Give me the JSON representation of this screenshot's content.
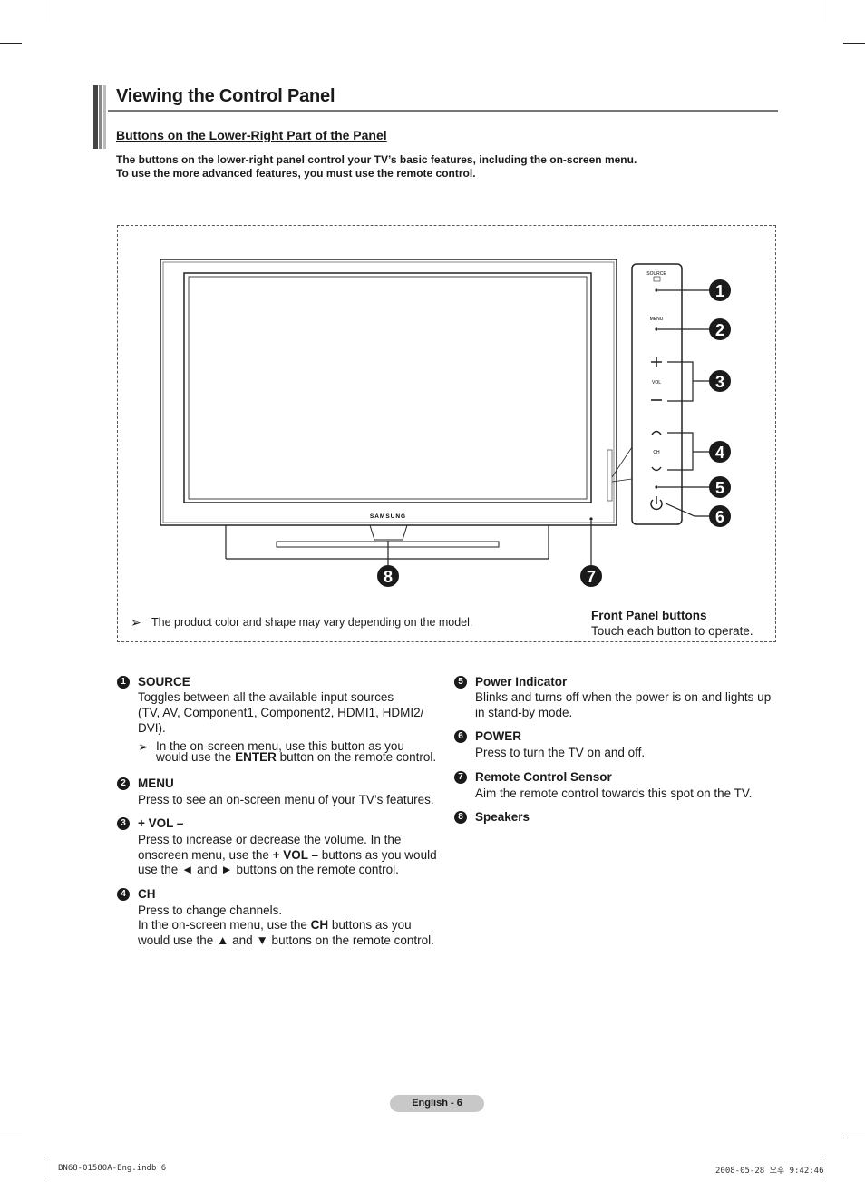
{
  "header": {
    "title": "Viewing the Control Panel",
    "subtitle": "Buttons on the Lower-Right Part of the Panel",
    "intro_line1": "The buttons on the lower-right panel control your TV’s basic features, including the on-screen menu.",
    "intro_line2": "To use the more advanced features, you must use the remote control."
  },
  "figure": {
    "brand": "SAMSUNG",
    "panel_labels": {
      "source": "SOURCE",
      "menu": "MENU",
      "vol": "VOL",
      "ch": "CH"
    },
    "callouts": [
      "1",
      "2",
      "3",
      "4",
      "5",
      "6",
      "7",
      "8"
    ],
    "note": "The product color and shape may vary depending on the model.",
    "note_icon": "arrow-note-icon",
    "front_panel_title": "Front Panel buttons",
    "front_panel_sub": "Touch each button to operate."
  },
  "items": {
    "i1": {
      "number": "1",
      "title": "SOURCE",
      "desc_l1": "Toggles between all the available input sources",
      "desc_l2": "(TV, AV, Component1, Component2, HDMI1, HDMI2/",
      "desc_l3": "DVI).",
      "note_l1": "In the on-screen menu, use this button as you",
      "note_l2_a": "would use the ",
      "note_l2_b": "ENTER",
      "note_l2_c": " button on the remote control."
    },
    "i2": {
      "number": "2",
      "title": "MENU",
      "desc_l1": "Press to see an on-screen menu of your TV’s features."
    },
    "i3": {
      "number": "3",
      "title": "+ VOL –",
      "desc_l1": "Press to increase or decrease the volume. In the",
      "desc_l2_a": "onscreen menu, use the ",
      "desc_l2_b": "+ VOL –",
      "desc_l2_c": " buttons as you would",
      "desc_l3": "use the ◄ and ► buttons on the remote control."
    },
    "i4": {
      "number": "4",
      "title": "CH",
      "desc_l1": "Press to change channels.",
      "desc_l2_a": "In the on-screen menu, use the ",
      "desc_l2_b": "CH",
      "desc_l2_c": " buttons as you",
      "desc_l3": "would use the ▲ and ▼ buttons on the remote control."
    },
    "i5": {
      "number": "5",
      "title": "Power Indicator",
      "desc_l1": "Blinks and turns off when the power is on and lights up",
      "desc_l2": "in stand-by mode."
    },
    "i6": {
      "number": "6",
      "title": "POWER",
      "desc_l1": "Press to turn the TV on and off."
    },
    "i7": {
      "number": "7",
      "title": "Remote Control Sensor",
      "desc_l1": "Aim the remote control towards this spot on the TV."
    },
    "i8": {
      "number": "8",
      "title": "Speakers"
    }
  },
  "footer": {
    "page_label": "English - 6",
    "file_name": "BN68-01580A-Eng.indb   6",
    "timestamp": "2008-05-28   오후 9:42:46"
  }
}
